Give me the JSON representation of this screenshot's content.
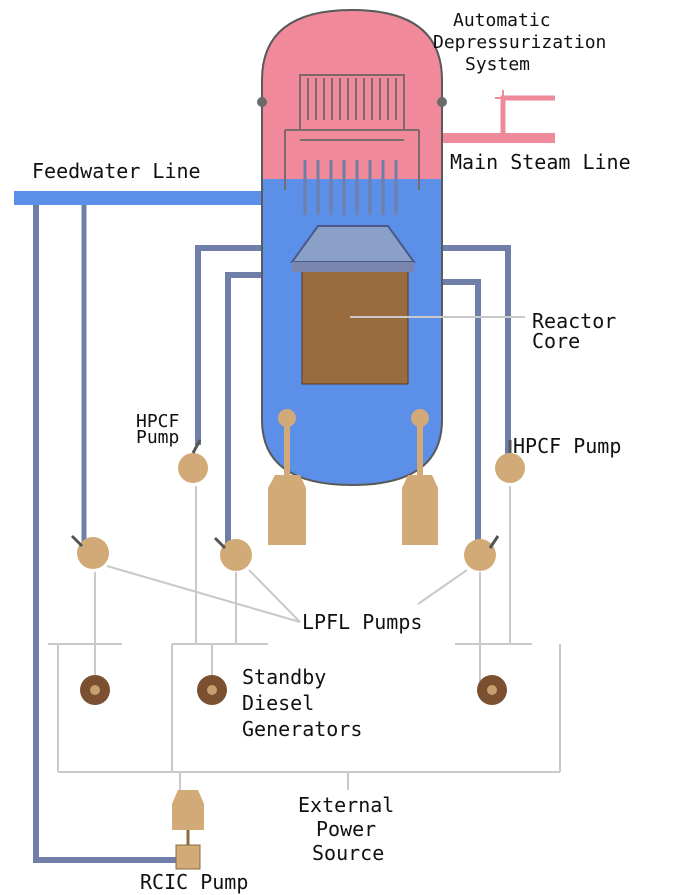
{
  "colors": {
    "steam": "#f08a9a",
    "water": "#5b8fe8",
    "core": "#9a6b3f",
    "pump": "#d2aa78",
    "pipe": "#6f7fa8",
    "feedwater": "#5b8fe8",
    "cable": "#c9c9c9",
    "generator": "#7a5030",
    "vessel_outline": "#5a5a5a"
  },
  "labels": {
    "ads": [
      "Automatic",
      "Depressurization",
      "System"
    ],
    "main_steam": "Main Steam Line",
    "feedwater": "Feedwater Line",
    "reactor_core": [
      "Reactor",
      "Core"
    ],
    "hpcf_left": [
      "HPCF",
      "Pump"
    ],
    "hpcf_right": "HPCF Pump",
    "lpfl": "LPFL Pumps",
    "diesel": [
      "Standby",
      "Diesel",
      "Generators"
    ],
    "external_power": [
      "External",
      "Power",
      "Source"
    ],
    "rcic": "RCIC Pump"
  }
}
